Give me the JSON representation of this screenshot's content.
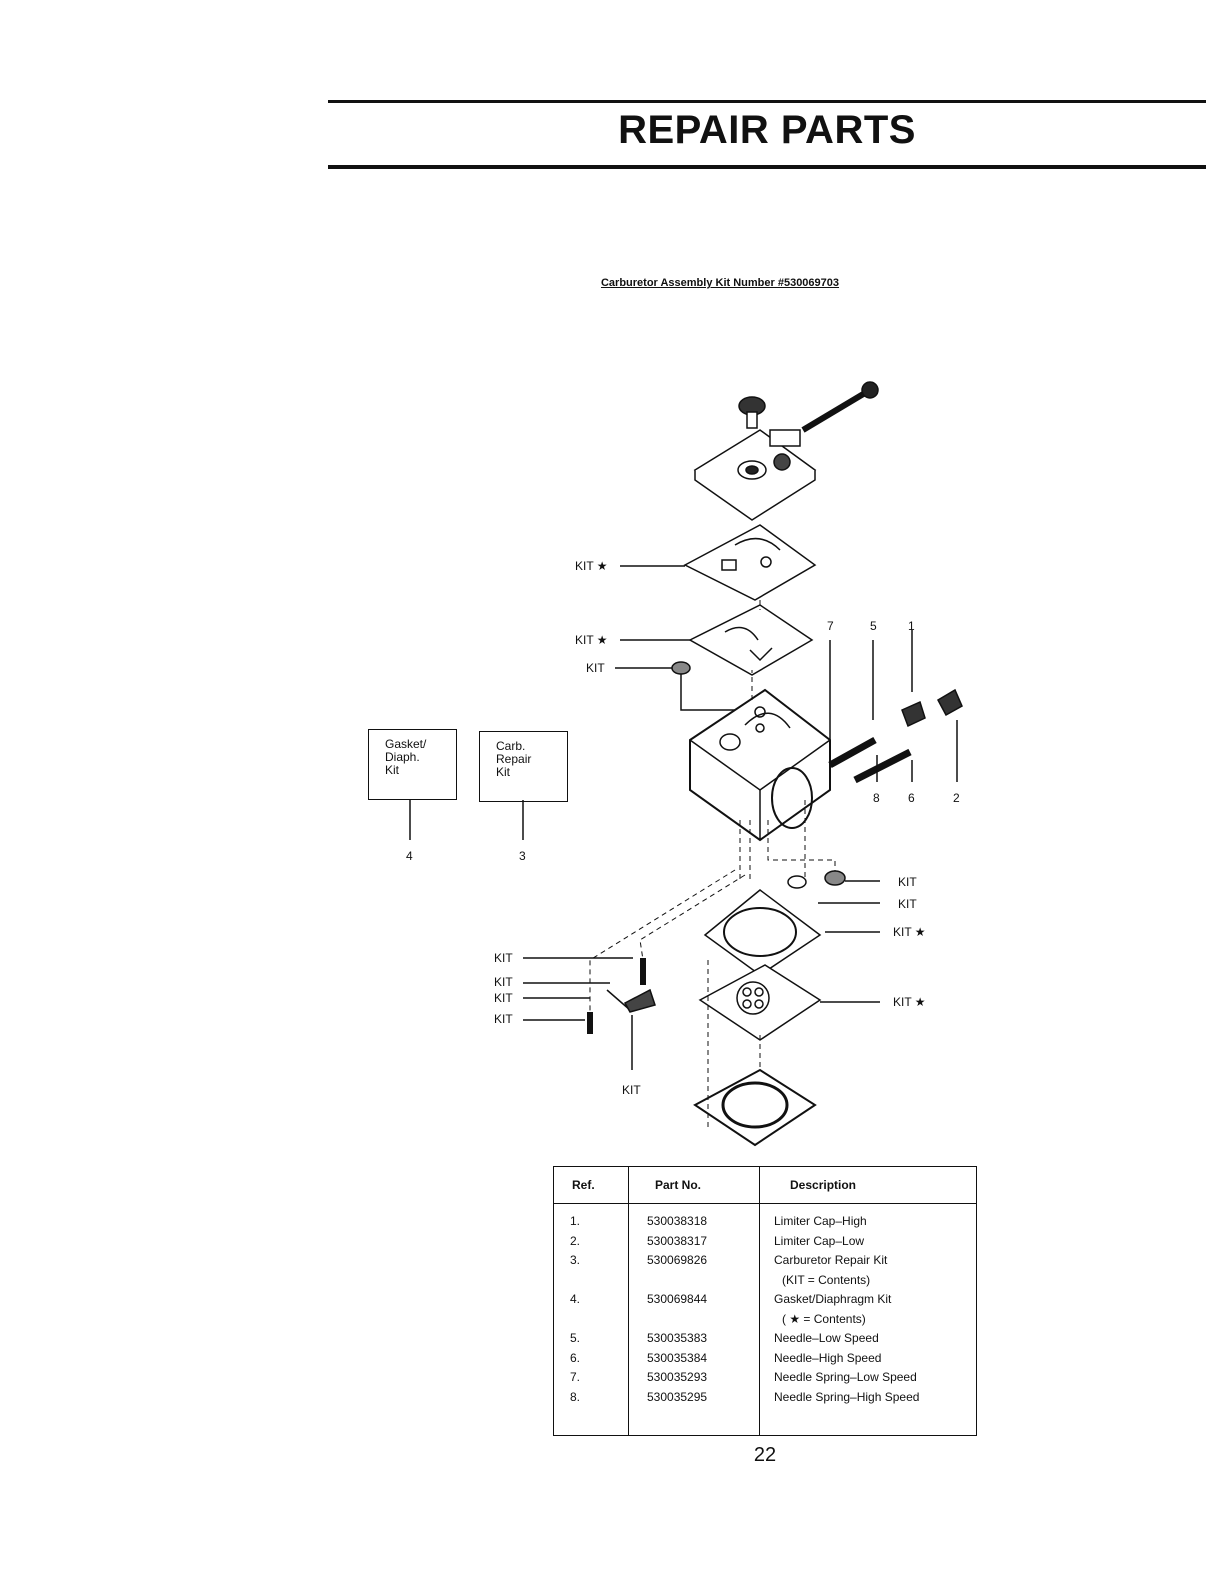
{
  "page": {
    "title": "REPAIR PARTS",
    "subtitle": "Carburetor Assembly Kit Number #530069703",
    "page_number": "22"
  },
  "kit_boxes": [
    {
      "lines": [
        "Gasket/",
        "Diaph.",
        "Kit"
      ],
      "ref": "4"
    },
    {
      "lines": [
        "Carb.",
        "Repair",
        "Kit"
      ],
      "ref": "3"
    }
  ],
  "callouts": {
    "kit": "KIT",
    "kit_star": "KIT ★",
    "kit_plain": "KIT",
    "refs": [
      "7",
      "5",
      "1",
      "8",
      "6",
      "2"
    ]
  },
  "table": {
    "headers": [
      "Ref.",
      "Part No.",
      "Description"
    ],
    "rows": [
      {
        "ref": "1.",
        "part": "530038318",
        "desc": [
          "Limiter Cap–High"
        ]
      },
      {
        "ref": "2.",
        "part": "530038317",
        "desc": [
          "Limiter Cap–Low"
        ]
      },
      {
        "ref": "3.",
        "part": "530069826",
        "desc": [
          "Carburetor Repair Kit",
          "(KIT = Contents)"
        ]
      },
      {
        "ref": "4.",
        "part": "530069844",
        "desc": [
          "Gasket/Diaphragm Kit",
          "( ★ = Contents)"
        ]
      },
      {
        "ref": "5.",
        "part": "530035383",
        "desc": [
          "Needle–Low Speed"
        ]
      },
      {
        "ref": "6.",
        "part": "530035384",
        "desc": [
          "Needle–High Speed"
        ]
      },
      {
        "ref": "7.",
        "part": "530035293",
        "desc": [
          "Needle Spring–Low Speed"
        ]
      },
      {
        "ref": "8.",
        "part": "530035295",
        "desc": [
          "Needle Spring–High Speed"
        ]
      }
    ]
  }
}
